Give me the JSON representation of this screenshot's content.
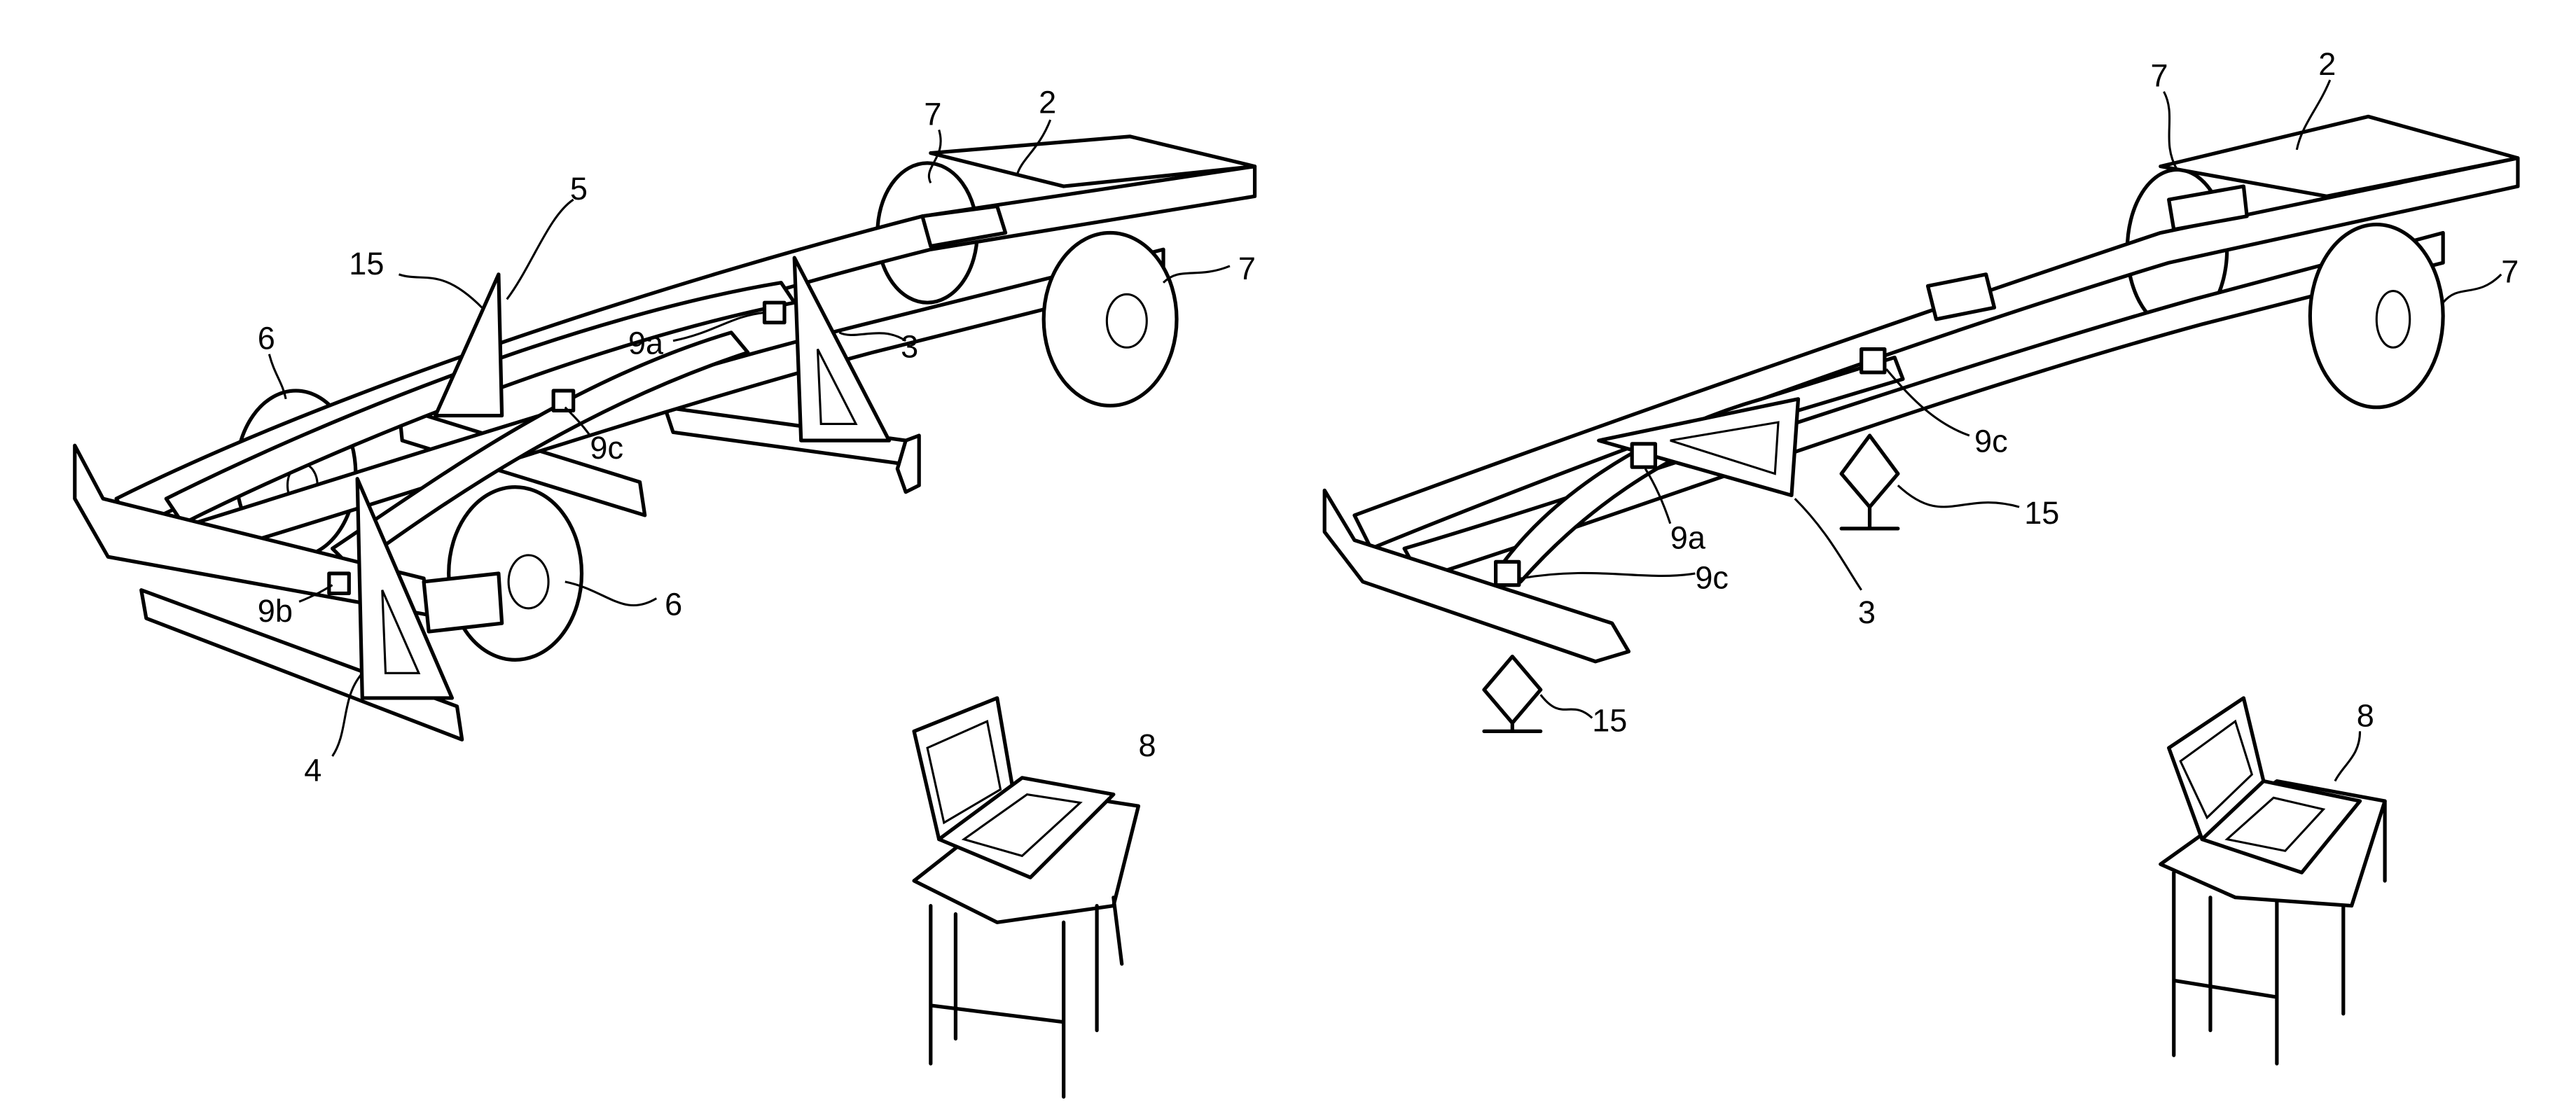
{
  "figure_left": {
    "labels": {
      "wheel_rear_top": "7",
      "frame": "2",
      "rail": "5",
      "triangle_rear": "15",
      "wheel_front_left": "6",
      "sensor_a": "9a",
      "triangle_mid": "3",
      "sensor_c": "9c",
      "sensor_b": "9b",
      "wheel_front_right": "6",
      "triangle_front": "4",
      "computer": "8",
      "wheel_rear_right": "7"
    }
  },
  "figure_right": {
    "labels": {
      "wheel_rear_top": "7",
      "frame": "2",
      "wheel_rear_right": "7",
      "sensor_c_rear": "9c",
      "sensor_a": "9a",
      "support_rear": "15",
      "sensor_c_front": "9c",
      "triangle": "3",
      "support_front": "15",
      "computer": "8"
    }
  }
}
